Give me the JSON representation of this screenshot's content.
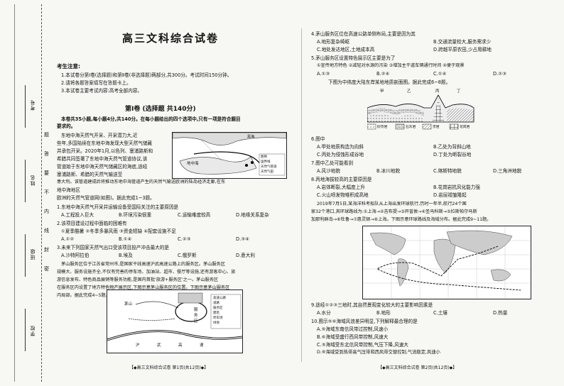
{
  "binding": {
    "side_labels": [
      "考号",
      "姓名",
      "班级",
      "学校"
    ],
    "warning_chars": [
      "题",
      "答",
      "要",
      "不",
      "内",
      "线",
      "封",
      "密"
    ]
  },
  "left": {
    "title": "高三文科综合试卷",
    "notice_title": "考生注意:",
    "notice": [
      "1.本试卷分第Ⅰ卷(选择题)和第Ⅱ卷(非选择题)两部分,共300分。考试时间150分钟。",
      "2.请将各题答案填写在答题卡上。",
      "3.本试卷主要考试内容:高考全部内容。"
    ],
    "part1_title": "第Ⅰ卷 (选择题  共140分)",
    "intro": [
      "本卷共35小题,每小题4分,共140分。在每小题给出的四个选项中,只有一项是符合题目",
      "要求的。"
    ],
    "passage1": [
      "东地中海天然气开采、开采潜力大,近",
      "些年,多国陆续在东地中海发现大型天然气储藏",
      "并承包开采。2020年1月,以色列、塞浦路斯和",
      "希腊共同签署了东地中海天然气管道协议,该",
      "管道始于东地中海天然气储藏区的海底,途经",
      "塞浦路斯、希腊的天然气输送至",
      "意大利。该管道建成后将推动东地中海管道产生的天然气输送欧洲的陆岛经济走廊,在东",
      "地中海地区",
      "欧洲的天然气管道网(如图)。据此完成1~3题。"
    ],
    "map1_labels": {
      "sea": "地中海",
      "black_sea": "黑海",
      "legend": [
        "图例",
        "国界线",
        "天然气管道",
        "天然气田"
      ]
    },
    "q1": {
      "stem": "1.东地中海天然气开采并运输设备受国际关注的主要原因是",
      "opts": [
        "A.工程投入巨大",
        "B.环境污染很重",
        "C.运输难度较高",
        "D.地缘关系复杂"
      ]
    },
    "q2": {
      "stem": "2.该项目建设过程中面临的困难有",
      "line1": "①夏季酷暑  ②冬季多暴风雨  ③资金短缺  ④配套设施不足",
      "opts": [
        "A.①②",
        "B.①④",
        "C.②③",
        "D.③④"
      ]
    },
    "q3": {
      "stem": "3.未来下列国家天然气出口受该项目投产冲击最大的是",
      "opts": [
        "A.沙特阿拉伯",
        "B.埃及",
        "C.俄罗斯",
        "D.意大利"
      ]
    },
    "passage2": [
      "茅山服务区位于江苏省常州市,是国家干线高速沪武高速公路上的服务区。茅山服务区",
      "规模大、服务设施齐全,不仅有完善的停车场、加油站、超市、餐厅等设施,还有游客中心、旅",
      "游信息发布、特色商品展销等服务功能,是国内首批'旅游+服务区'之一。茅山服务区",
      "在服务区内设置了地方特色物产展示区,下图示意茅山服务区的位置。下图示意茅山服务区",
      "内局部。据此完成4~5题。"
    ],
    "map2_labels": [
      "茅山",
      "服",
      "务",
      "区",
      "沪",
      "武",
      "高",
      "速"
    ],
    "map2_legend": [
      "高速公路",
      "道路",
      "服务区",
      "建筑",
      "停车场",
      "绿地"
    ],
    "footer": "【◆高三文科综合试卷  第1页(共12页)◆】"
  },
  "right": {
    "q4": {
      "stem": "4.茅山服务区位在高速公路单侧布局,主要是因为其",
      "opts": [
        "A.地形复杂崎岖",
        "B.交通流量较大,服务需求少",
        "C.地处发达地区,土地成本高",
        "D.跨越平原农田,少占用耕地"
      ]
    },
    "q5": {
      "stem": "5.茅山服务区设置特色展示区主要是为了",
      "line1": "①宣传地方特色  ②减轻对水源的污染  ③增加主干道车辆通行时间  ④便于观景",
      "opts": [
        "A.①③",
        "B.②④",
        "C.①④",
        "D.②③"
      ]
    },
    "passage3": "下图为中纬度大陆东岸某地地质剖面图。据此完成6~8题。",
    "geo_labels": {
      "top": [
        "甲",
        "乙",
        "丙",
        "丁"
      ],
      "legend": [
        "砂页岩",
        "石灰岩",
        "页岩",
        "花岗岩"
      ]
    },
    "q6": {
      "stem": "6.图中",
      "opts": [
        "A.甲处地质构造为向斜",
        "B.乙处为背斜山地",
        "C.丙处为侵蚀形成谷地",
        "D.丁处为断裂谷地"
      ]
    },
    "q7": {
      "stem": "7.图中乙处可能看到",
      "opts": [
        "A.风沙地貌",
        "B.冰川地貌",
        "C.喀斯特地貌",
        "D.三角洲地貌"
      ]
    },
    "q8": {
      "stem": "8.丙地海拔较高的主要原因是",
      "opts": [
        "A.岩体断裂,大幅度上升",
        "B.花岗岩抗风化能力强",
        "C.火山喷发物堆积成高地",
        "D.岩层褶皱隆起"
      ]
    },
    "passage4": [
      "2019年7月5日,某海洋科考船队从上海出发环球航行,历时一年半,航行24个国",
      "家32个港口,其环球路线为:①上海→②吉布提→③开普敦→④圣马科斯→⑤拉斯帕尔马斯",
      "加那利群岛→⑥杜鲁→⑦惠灵顿→⑧上海。下图示意环球路线及海域分布。据此完成9~11题。"
    ],
    "q9": {
      "stem": "9.途经①②③三地时,其自然景观变化较大的主要影响因素是",
      "opts": [
        "A.水分",
        "B.地形",
        "C.土壤",
        "D.热量"
      ]
    },
    "q10": {
      "stem": "10.图示⑤⑥海域风浪差异明显,下列解释最合理的是",
      "opts": [
        "A.⑤海域东南信风带过控制,风速小",
        "B.⑥海域受盛行西风带控制,风速大",
        "C.⑤海域受东北信风带控制,气压下降,风速大",
        "D.⑥海域受到热带高气压带和西风带交替控制,气流稳定,风速小"
      ]
    },
    "footer": "【◆高三文科综合试卷  第2页(共12页)◆】"
  }
}
